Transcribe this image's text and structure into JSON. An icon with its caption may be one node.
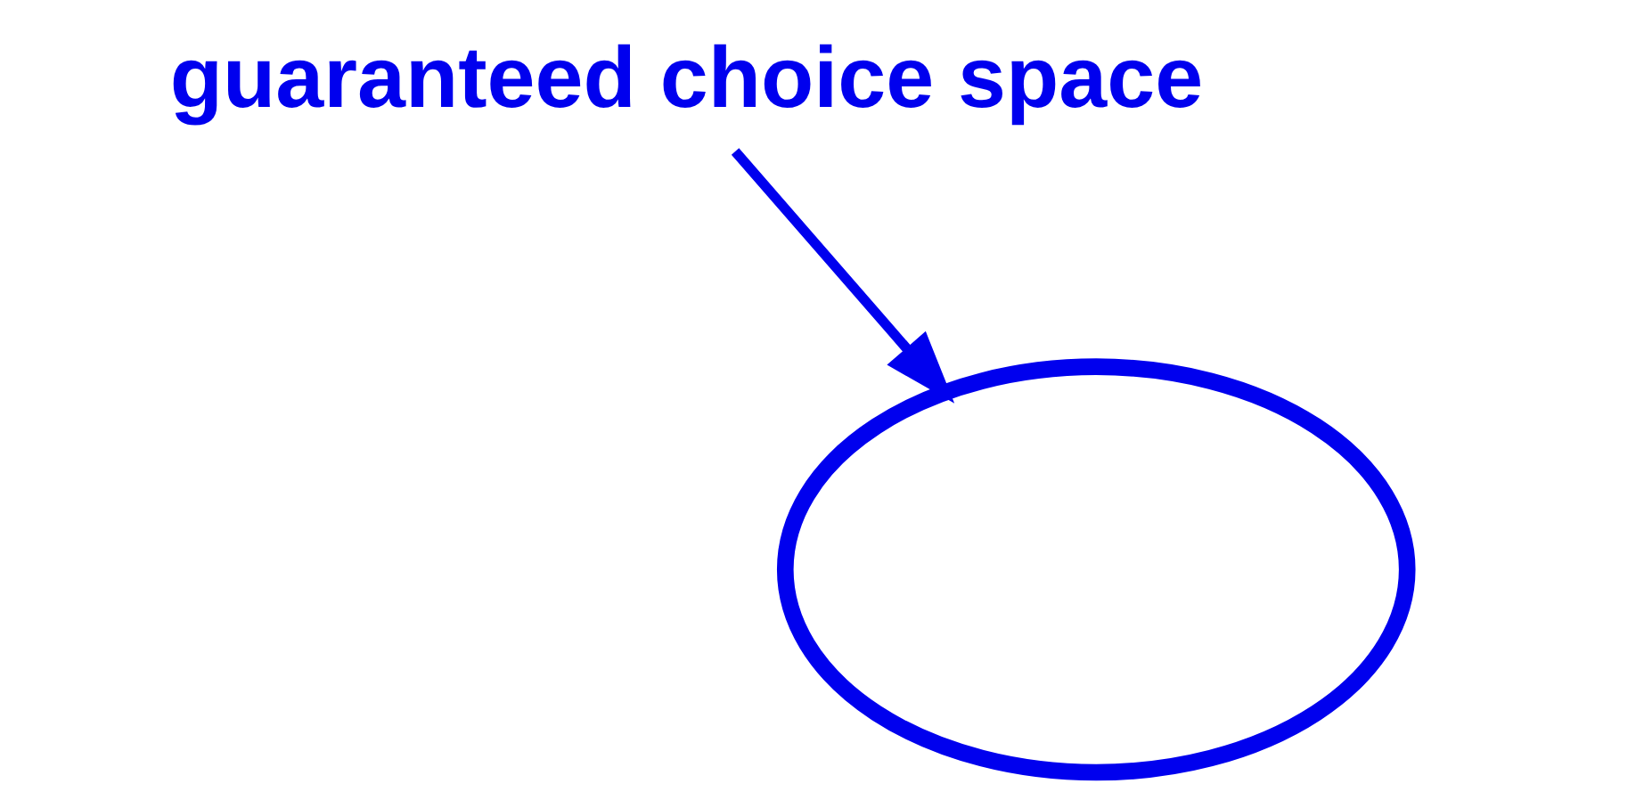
{
  "diagram": {
    "nodes": [
      {
        "text": [
          "guaranteed choice space"
        ]
      },
      {
        "text": [],
        "shape": "ellipse"
      }
    ],
    "edges": [
      {
        "from": 0,
        "to": 1,
        "arrow": "to"
      }
    ]
  }
}
